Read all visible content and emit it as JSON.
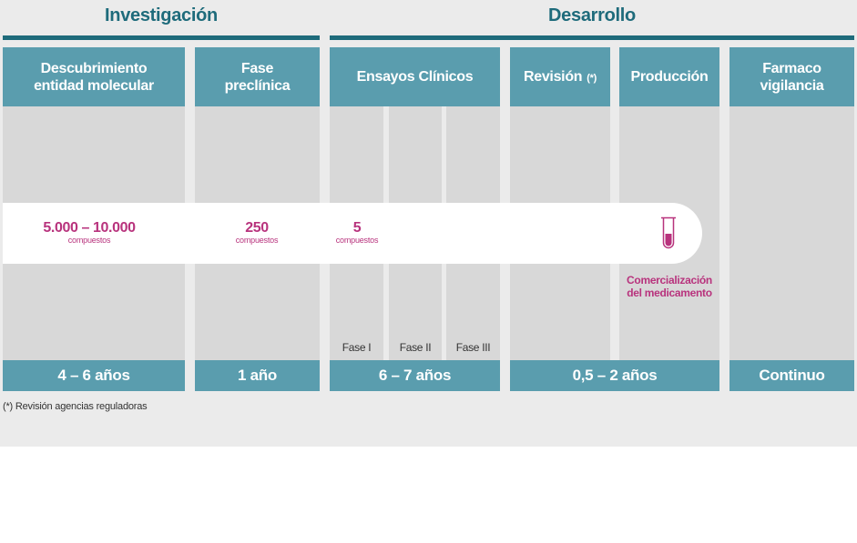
{
  "colors": {
    "teal_dark": "#1e6b7b",
    "teal": "#5a9dae",
    "body_gray": "#d8d8d8",
    "panel_gray": "#ebebeb",
    "magenta": "#b8337d"
  },
  "stages": [
    {
      "label": "Investigación"
    },
    {
      "label": "Desarrollo"
    }
  ],
  "columns": [
    {
      "title_line1": "Descubrimiento",
      "title_line2": "entidad molecular",
      "duration": "4 – 6 años"
    },
    {
      "title_line1": "Fase",
      "title_line2": "preclínica",
      "duration": "1 año"
    },
    {
      "title": "Ensayos Clínicos",
      "duration": "6 – 7 años",
      "phases": [
        "Fase I",
        "Fase II",
        "Fase III"
      ]
    },
    {
      "title": "Revisión",
      "note_marker": "(*)"
    },
    {
      "title": "Producción",
      "shared_duration": "0,5 – 2 años"
    },
    {
      "title_line1": "Farmaco",
      "title_line2": "vigilancia",
      "duration": "Continuo"
    }
  ],
  "pipeline": {
    "counts": [
      {
        "value": "5.000 – 10.000",
        "unit": "compuestos"
      },
      {
        "value": "250",
        "unit": "compuestos"
      },
      {
        "value": "5",
        "unit": "compuestos"
      }
    ],
    "end_icon": "test-tube-icon",
    "end_label_line1": "Comercialización",
    "end_label_line2": "del medicamento"
  },
  "footnote": "(*) Revisión agencias reguladoras"
}
